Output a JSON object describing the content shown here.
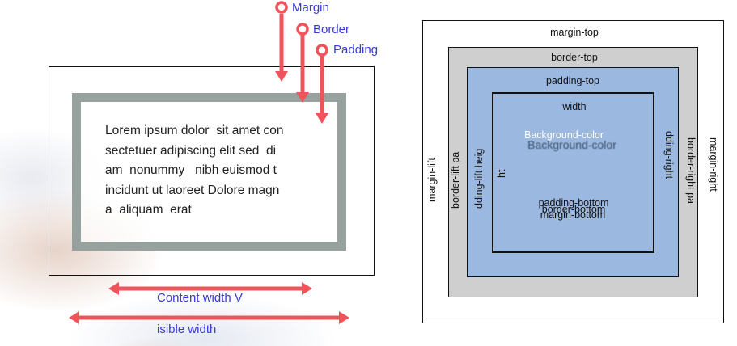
{
  "left": {
    "labels": {
      "margin": "Margin",
      "border": "Border",
      "padding": "Padding",
      "content_width": "Content width V",
      "visible_width": "isible width"
    },
    "lorem_lines": [
      "Lorem ipsum dolor  sit amet con",
      "sectetuer adipiscing elit sed  di",
      "am  nonummy   nibh euismod t",
      "incidunt ut laoreet Dolore magn",
      "a  aliquam  erat"
    ]
  },
  "right": {
    "margin_top": "margin-top",
    "border_top": "border-top",
    "padding_top": "padding-top",
    "width": "width",
    "background_color": "Background-color",
    "height": "ht",
    "padding_bottom": "padding-bottom",
    "border_bottom": "border-bottom",
    "margin_bottom": "margin-bottom",
    "margin_left": "margin-lift",
    "border_left": "border-lift pa",
    "padding_left": "dding-lift heig",
    "padding_right": "dding-right",
    "border_right": "border-right pa",
    "margin_right": "margin-right"
  },
  "colors": {
    "arrow": "#f0545a",
    "label_blue": "#3a3ad8",
    "border_gray": "#97a19d",
    "box_blue": "#9bb8e0",
    "box_gray": "#cfcfcf"
  }
}
